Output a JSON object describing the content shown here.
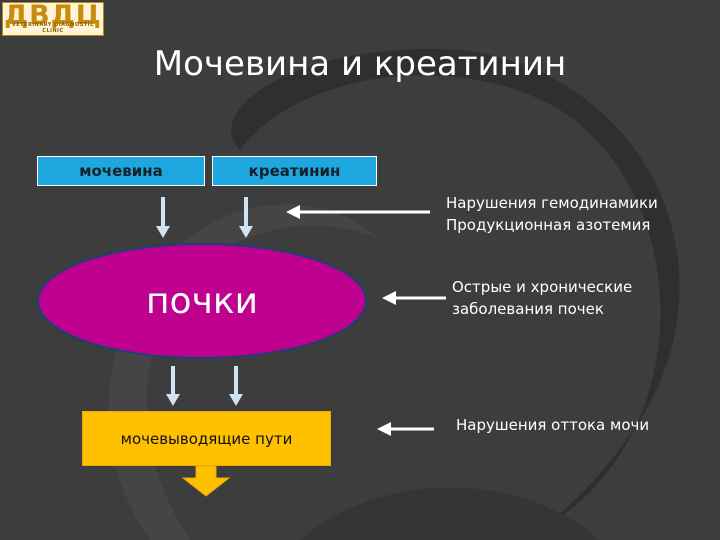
{
  "logo": {
    "text": "ДВДЦ",
    "subtitle": "VETERINARY DIAGNOSTIC CLINIC"
  },
  "slide": {
    "title": "Мочевина и креатинин"
  },
  "inputs": {
    "urea": "мочевина",
    "creatinine": "креатинин"
  },
  "organ": {
    "label": "почки"
  },
  "outflow": {
    "label": "мочевыводящие пути"
  },
  "notes": {
    "prerenal_line1": "Нарушения гемодинамики",
    "prerenal_line2": "Продукционная азотемия",
    "renal_line1": "Острые и хронические",
    "renal_line2": "заболевания почек",
    "postrenal": "Нарушения оттока мочи"
  },
  "colors": {
    "input_box": "#1ea7df",
    "kidney": "#c0008f",
    "outflow_box": "#ffc000",
    "background": "#3c3c3c"
  }
}
